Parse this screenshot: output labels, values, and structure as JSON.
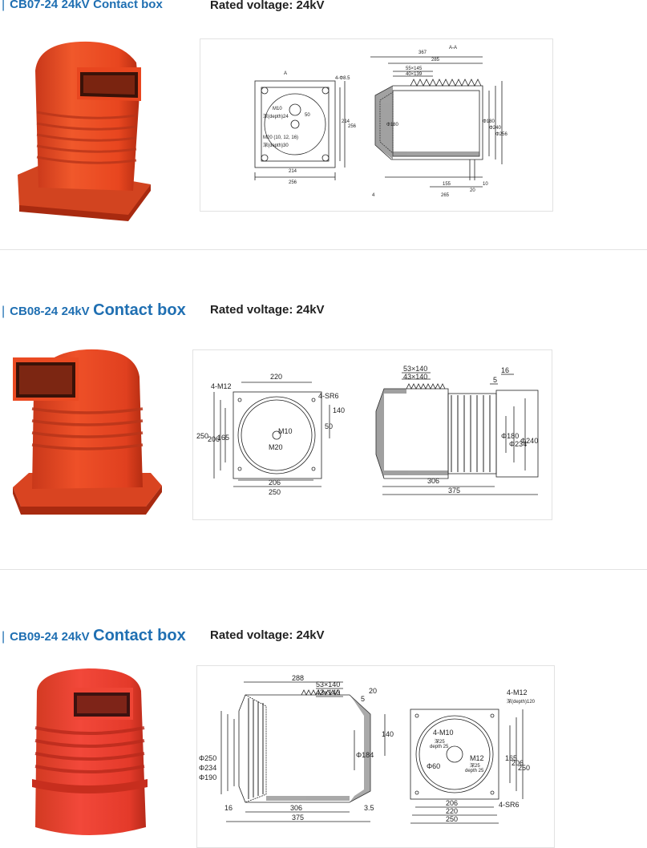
{
  "products": [
    {
      "model": "CB07-24",
      "voltage_label": "24kV",
      "name": "Contact box",
      "rated": "Rated voltage: 24kV",
      "drawing": {
        "section_label": "A-A",
        "mark_a": "A",
        "holes": "4-Φ8.5",
        "dims": [
          "367",
          "285",
          "55×145",
          "40×139",
          "214",
          "256",
          "214",
          "256",
          "155",
          "265",
          "10",
          "20",
          "4",
          "Φ180",
          "Φ180",
          "Φ240",
          "Φ256",
          "50"
        ],
        "thread1": "M10",
        "thread1_depth": "深(depth)24",
        "thread2": "M20 (10, 12, 16)",
        "thread2_depth": "深(depth)30"
      }
    },
    {
      "model": "CB08-24",
      "voltage_label": "24kV",
      "name": "Contact box",
      "rated": "Rated voltage: 24kV",
      "drawing": {
        "dims": [
          "220",
          "4-M12",
          "4-SR6",
          "250",
          "206",
          "165",
          "140",
          "50",
          "M10",
          "M20",
          "206",
          "250",
          "53×140",
          "43×140",
          "16",
          "5",
          "Φ180",
          "Φ234",
          "Φ240",
          "306",
          "375"
        ]
      }
    },
    {
      "model": "CB09-24",
      "voltage_label": "24kV",
      "name": "Contact box",
      "rated": "Rated voltage: 24kV",
      "drawing": {
        "dims": [
          "288",
          "53×140",
          "43×140",
          "20",
          "5",
          "140",
          "Φ250",
          "Φ234",
          "Φ190",
          "Φ184",
          "16",
          "306",
          "3.5",
          "375",
          "4-M12",
          "深(depth)120",
          "4-M10",
          "深25",
          "depth 25",
          "M12",
          "深25",
          "depth 25",
          "Φ60",
          "165",
          "206",
          "250",
          "206",
          "220",
          "250",
          "4-SR6"
        ]
      }
    }
  ],
  "colors": {
    "title_blue": "#1f6fb2",
    "body_red": "#e0401f",
    "body_red_dark": "#b52d12"
  }
}
